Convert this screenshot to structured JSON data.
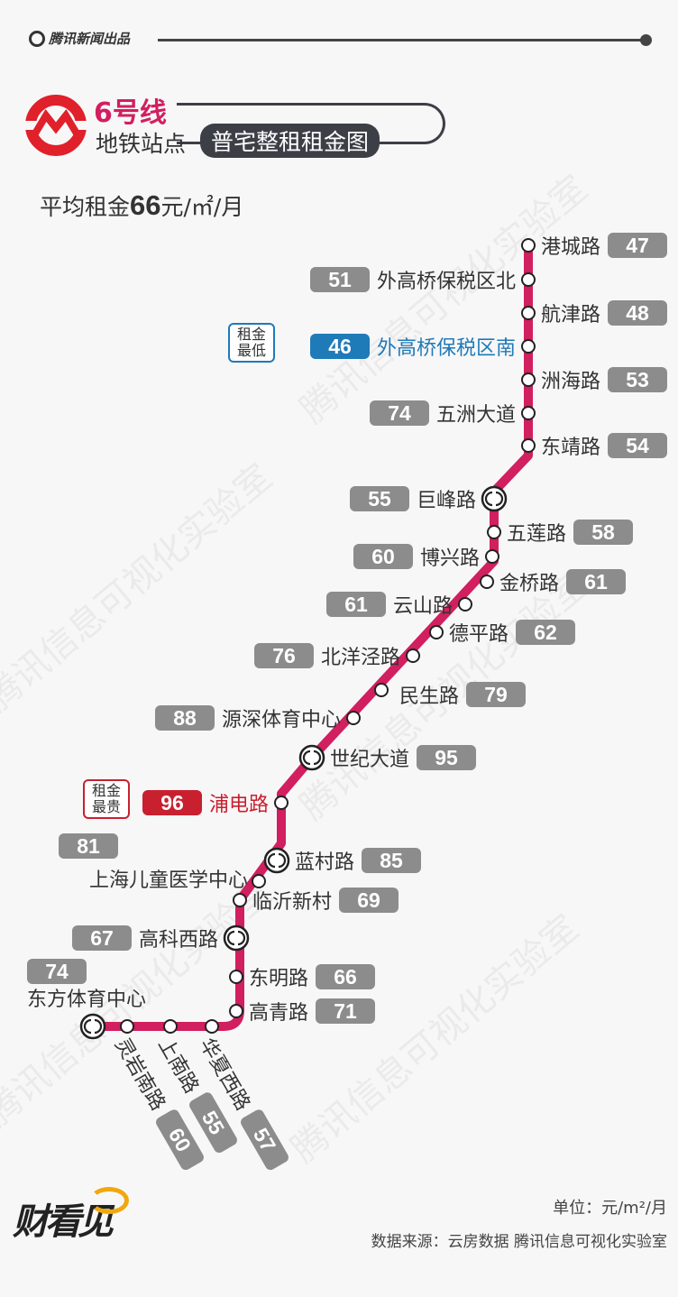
{
  "header": {
    "brand": "腾讯新闻出品"
  },
  "title": {
    "line": "6号线",
    "subtitle_prefix": "地铁站点",
    "subtitle_badge": "普宅整租租金图"
  },
  "average": {
    "prefix": "平均租金",
    "value": "66",
    "unit": "元/㎡/月"
  },
  "colors": {
    "line": "#d11f5f",
    "lowest": "#1f7ab8",
    "highest": "#c8202f",
    "pill": "#8c8c8c"
  },
  "lowest_tag": "租金最低",
  "highest_tag": "租金最贵",
  "stations": [
    {
      "name": "港城路",
      "rent": "47"
    },
    {
      "name": "外高桥保税区北",
      "rent": "51"
    },
    {
      "name": "航津路",
      "rent": "48"
    },
    {
      "name": "外高桥保税区南",
      "rent": "46",
      "highlight": "lowest"
    },
    {
      "name": "洲海路",
      "rent": "53"
    },
    {
      "name": "五洲大道",
      "rent": "74"
    },
    {
      "name": "东靖路",
      "rent": "54"
    },
    {
      "name": "巨峰路",
      "rent": "55",
      "interchange": true
    },
    {
      "name": "五莲路",
      "rent": "58"
    },
    {
      "name": "博兴路",
      "rent": "60"
    },
    {
      "name": "金桥路",
      "rent": "61"
    },
    {
      "name": "云山路",
      "rent": "61"
    },
    {
      "name": "德平路",
      "rent": "62"
    },
    {
      "name": "北洋泾路",
      "rent": "76"
    },
    {
      "name": "民生路",
      "rent": "79"
    },
    {
      "name": "源深体育中心",
      "rent": "88"
    },
    {
      "name": "世纪大道",
      "rent": "95",
      "interchange": true
    },
    {
      "name": "浦电路",
      "rent": "96",
      "highlight": "highest"
    },
    {
      "name": "蓝村路",
      "rent": "85",
      "interchange": true
    },
    {
      "name": "上海儿童医学中心",
      "rent": "81"
    },
    {
      "name": "临沂新村",
      "rent": "69"
    },
    {
      "name": "高科西路",
      "rent": "67",
      "interchange": true
    },
    {
      "name": "东明路",
      "rent": "66"
    },
    {
      "name": "高青路",
      "rent": "71"
    },
    {
      "name": "华夏西路",
      "rent": "57"
    },
    {
      "name": "上南路",
      "rent": "55"
    },
    {
      "name": "灵岩南路",
      "rent": "60"
    },
    {
      "name": "东方体育中心",
      "rent": "74",
      "interchange": true
    }
  ],
  "footer": {
    "logo": "财看见",
    "unit": "单位：元/m²/月",
    "source": "数据来源：云房数据 腾讯信息可视化实验室"
  },
  "watermark": "腾讯信息可视化实验室"
}
